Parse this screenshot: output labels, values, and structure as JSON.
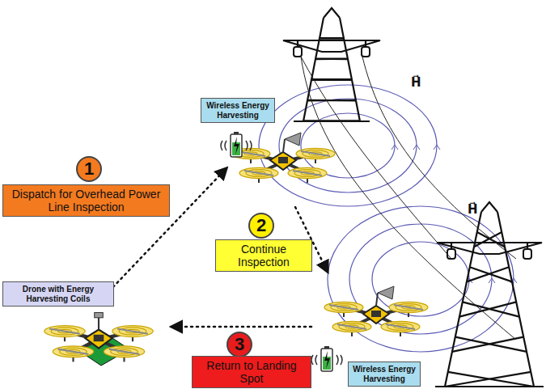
{
  "diagram": {
    "nodes": [
      {
        "text": [
          "Wireless Energy Harvesting"
        ]
      },
      {
        "text": [
          "1"
        ]
      },
      {
        "text": [
          "Dispatch for Overhead Power Line Inspection"
        ]
      },
      {
        "text": [
          "2"
        ]
      },
      {
        "text": [
          "Continue Inspection"
        ]
      },
      {
        "text": [
          "Drone with Energy Harvesting Coils"
        ]
      },
      {
        "text": [
          "3"
        ]
      },
      {
        "text": [
          "Return to Landing Spot"
        ]
      },
      {
        "text": [
          "Wireless Energy Harvesting"
        ]
      }
    ],
    "labels": [
      "H⃗",
      "H⃗"
    ]
  }
}
